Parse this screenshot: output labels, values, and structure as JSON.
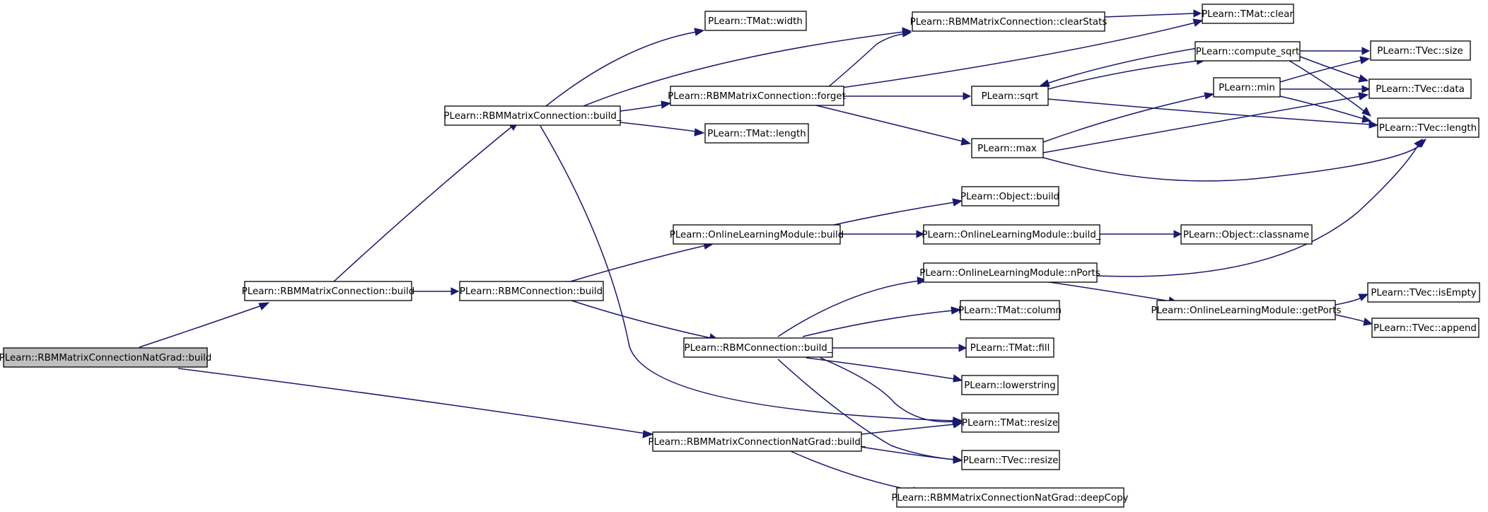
{
  "nodes": {
    "n0": "PLearn::RBMMatrixConnectionNatGrad::build",
    "n1": "PLearn::RBMMatrixConnection::build",
    "n2": "PLearn::RBMMatrixConnectionNatGrad::build_",
    "n3": "PLearn::RBMMatrixConnection::build_",
    "n4": "PLearn::RBMConnection::build",
    "n5": "PLearn::TMat::width",
    "n6": "PLearn::RBMMatrixConnection::forget",
    "n7": "PLearn::TMat::length",
    "n8": "PLearn::RBMMatrixConnection::clearStats",
    "n9": "PLearn::TMat::clear",
    "n10": "PLearn::compute_sqrt",
    "n11": "PLearn::TVec::size",
    "n12": "PLearn::sqrt",
    "n13": "PLearn::min",
    "n14": "PLearn::TVec::data",
    "n15": "PLearn::TVec::length",
    "n16": "PLearn::max",
    "n17": "PLearn::Object::build",
    "n18": "PLearn::OnlineLearningModule::build",
    "n19": "PLearn::OnlineLearningModule::build_",
    "n20": "PLearn::Object::classname",
    "n21": "PLearn::OnlineLearningModule::nPorts",
    "n22": "PLearn::OnlineLearningModule::getPorts",
    "n23": "PLearn::TVec::isEmpty",
    "n24": "PLearn::TVec::append",
    "n25": "PLearn::TMat::column",
    "n26": "PLearn::RBMConnection::build_",
    "n27": "PLearn::TMat::fill",
    "n28": "PLearn::lowerstring",
    "n29": "PLearn::TMat::resize",
    "n30": "PLearn::TVec::resize",
    "n31": "PLearn::RBMMatrixConnectionNatGrad::deepCopy"
  },
  "edges": [
    [
      "n0",
      "n1"
    ],
    [
      "n0",
      "n2"
    ],
    [
      "n1",
      "n3"
    ],
    [
      "n1",
      "n4"
    ],
    [
      "n3",
      "n5"
    ],
    [
      "n3",
      "n8"
    ],
    [
      "n3",
      "n6"
    ],
    [
      "n3",
      "n7"
    ],
    [
      "n3",
      "n29"
    ],
    [
      "n6",
      "n8"
    ],
    [
      "n6",
      "n9"
    ],
    [
      "n6",
      "n12"
    ],
    [
      "n6",
      "n16"
    ],
    [
      "n8",
      "n9"
    ],
    [
      "n12",
      "n10"
    ],
    [
      "n12",
      "n15"
    ],
    [
      "n10",
      "n12"
    ],
    [
      "n10",
      "n11"
    ],
    [
      "n10",
      "n14"
    ],
    [
      "n10",
      "n15"
    ],
    [
      "n16",
      "n13"
    ],
    [
      "n16",
      "n14"
    ],
    [
      "n16",
      "n15"
    ],
    [
      "n13",
      "n11"
    ],
    [
      "n13",
      "n14"
    ],
    [
      "n13",
      "n15"
    ],
    [
      "n4",
      "n18"
    ],
    [
      "n4",
      "n26"
    ],
    [
      "n18",
      "n17"
    ],
    [
      "n18",
      "n19"
    ],
    [
      "n19",
      "n20"
    ],
    [
      "n26",
      "n21"
    ],
    [
      "n26",
      "n25"
    ],
    [
      "n26",
      "n27"
    ],
    [
      "n26",
      "n28"
    ],
    [
      "n26",
      "n29"
    ],
    [
      "n26",
      "n30"
    ],
    [
      "n21",
      "n15"
    ],
    [
      "n21",
      "n22"
    ],
    [
      "n22",
      "n23"
    ],
    [
      "n22",
      "n24"
    ],
    [
      "n2",
      "n29"
    ],
    [
      "n2",
      "n30"
    ],
    [
      "n2",
      "n31"
    ]
  ]
}
